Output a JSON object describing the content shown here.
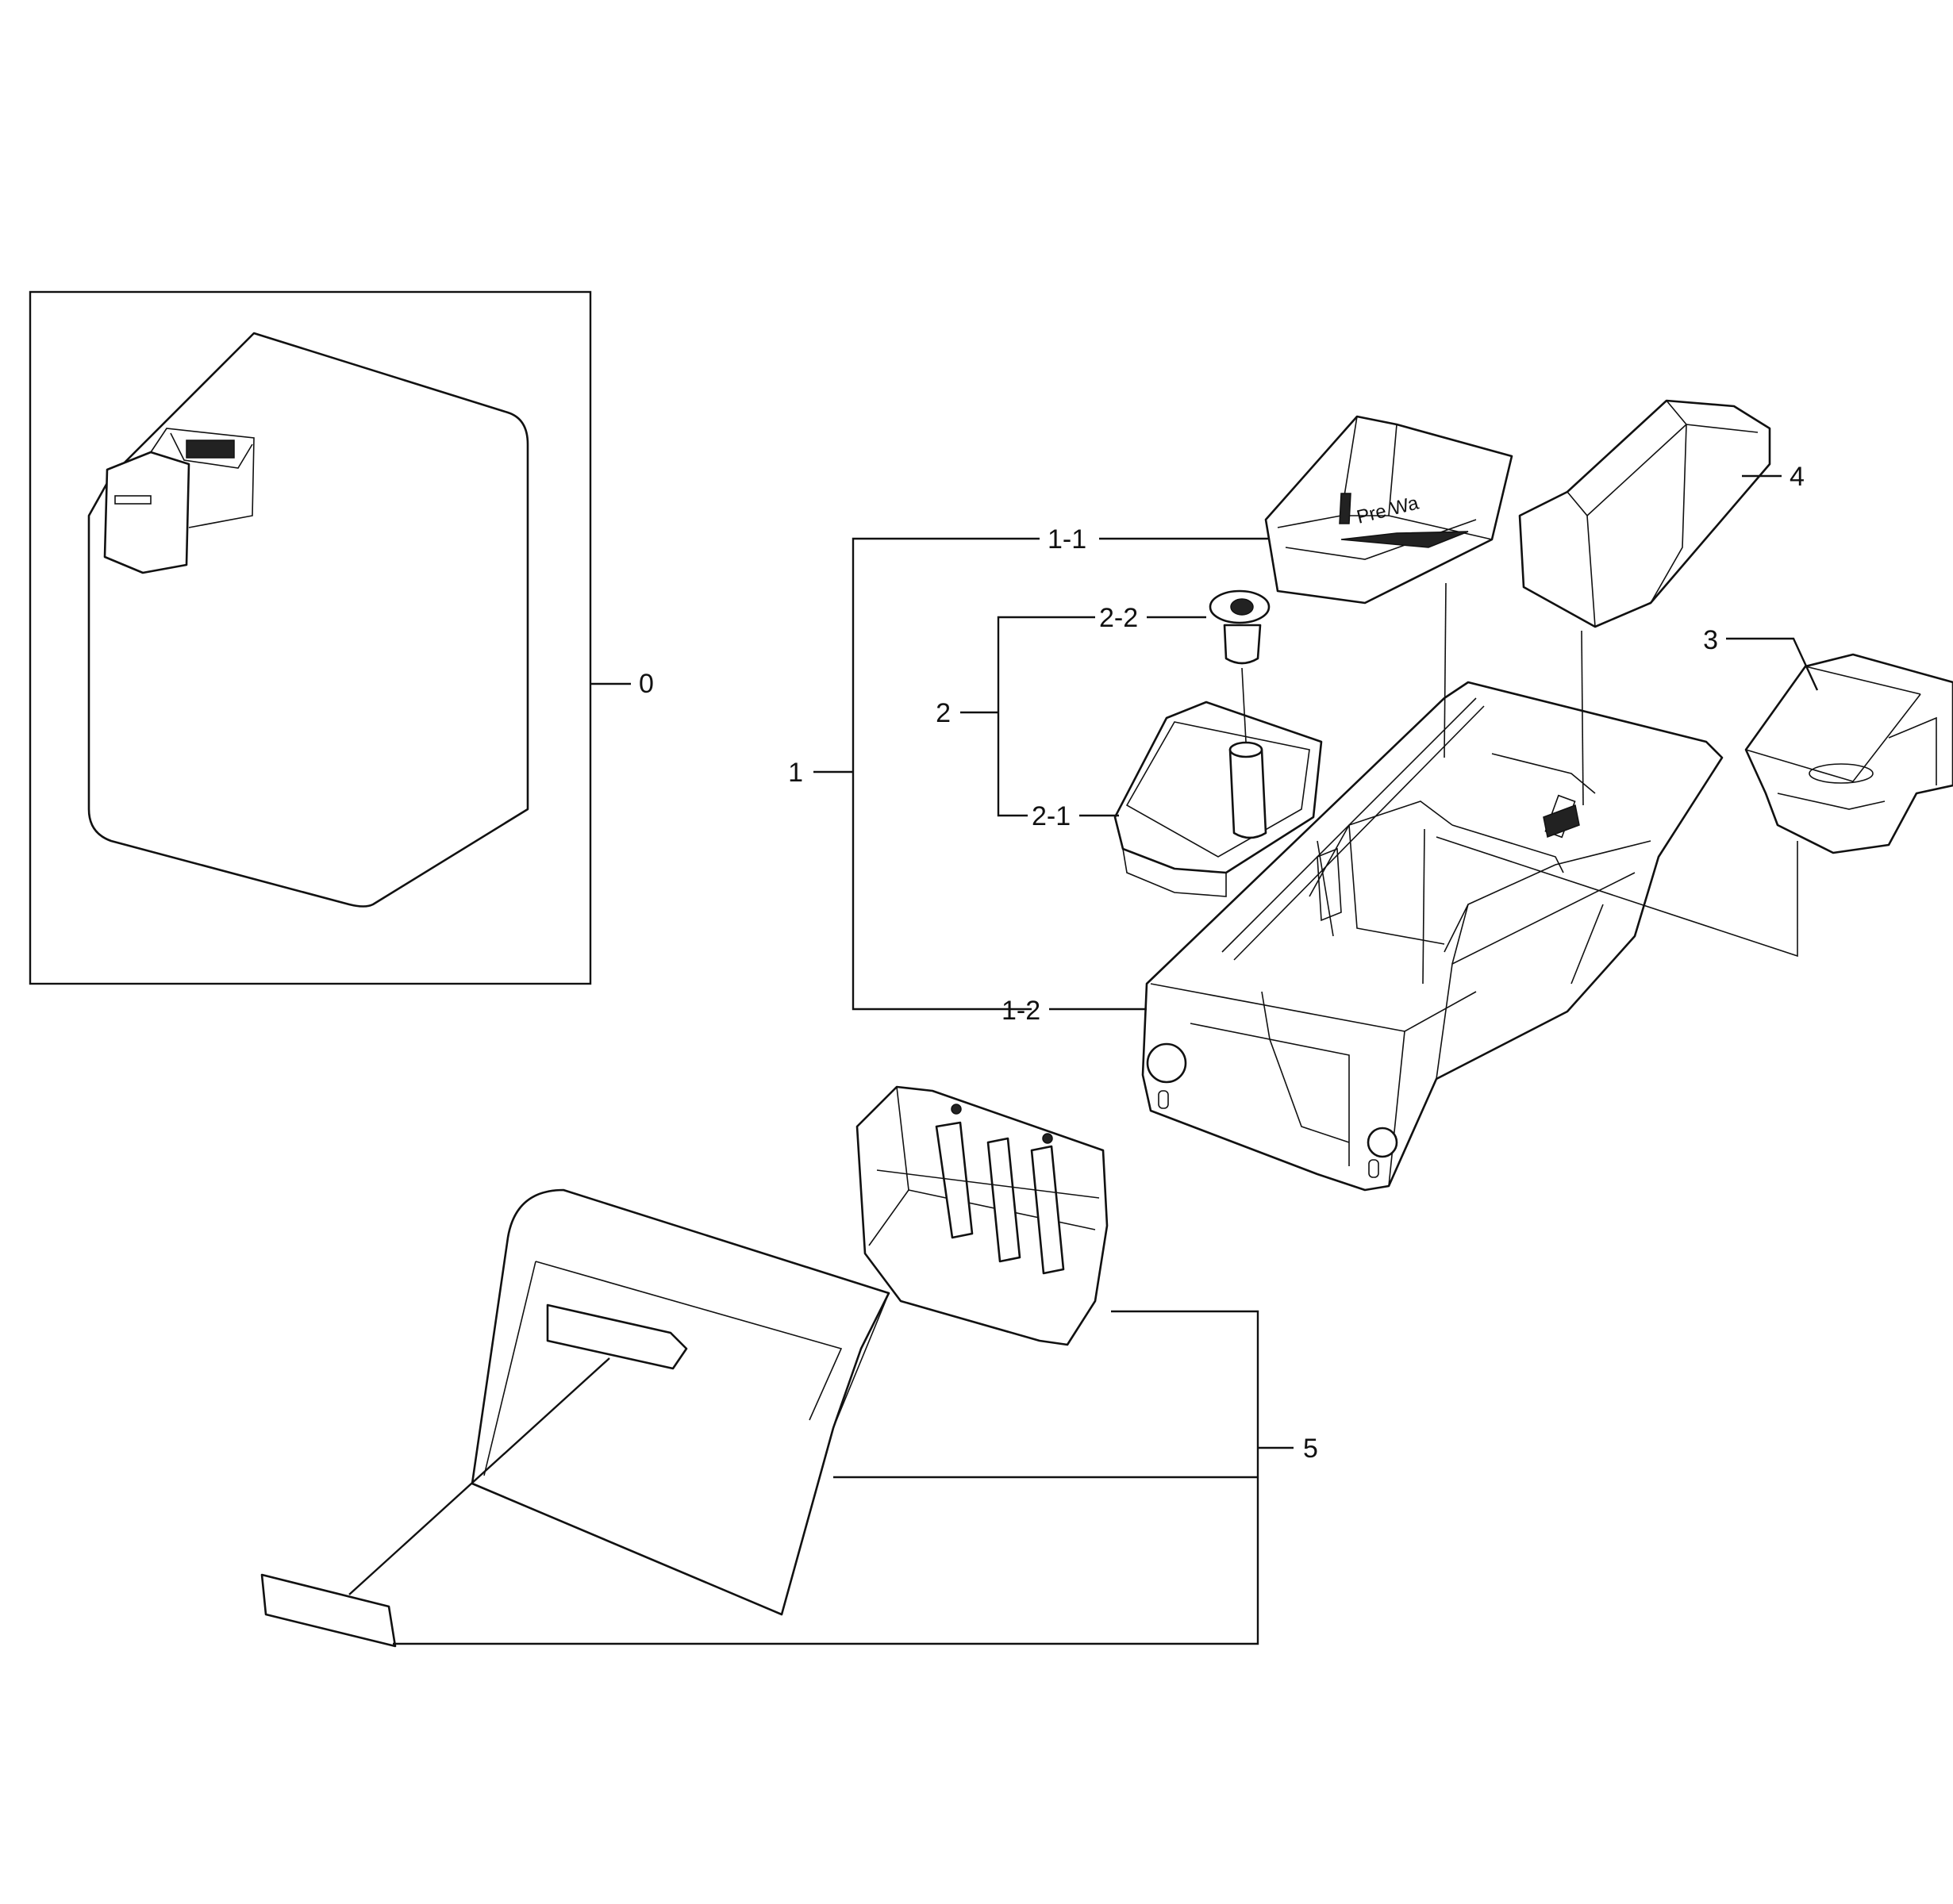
{
  "callouts": {
    "c0": "0",
    "c1": "1",
    "c1_1": "1-1",
    "c1_2": "1-2",
    "c2": "2",
    "c2_1": "2-1",
    "c2_2": "2-2",
    "c3": "3",
    "c4": "4",
    "c5": "5"
  },
  "embossed_text": {
    "prewash": "Pre Wa"
  },
  "colors": {
    "line": "#111111",
    "background": "#ffffff"
  }
}
